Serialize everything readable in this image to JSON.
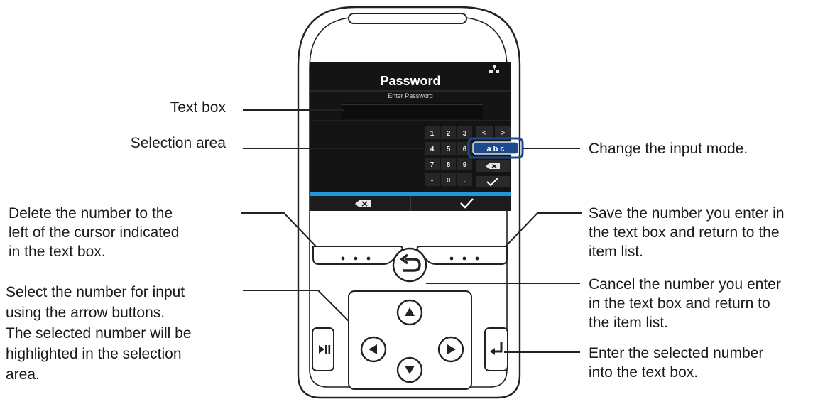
{
  "screen": {
    "title": "Password",
    "prompt": "Enter Password",
    "keys": [
      [
        "1",
        "2",
        "3"
      ],
      [
        "4",
        "5",
        "6"
      ],
      [
        "7",
        "8",
        "9"
      ],
      [
        "-",
        "0",
        "."
      ]
    ],
    "side_keys": {
      "prev": "<",
      "next": ">",
      "mode": "a b c"
    }
  },
  "device_icons": {
    "network": "network-icon",
    "backspace": "backspace-icon",
    "check": "check-icon",
    "back": "back-icon",
    "play_pause": "play-pause-icon",
    "enter": "enter-icon",
    "arrows": [
      "arrow-up-icon",
      "arrow-left-icon",
      "arrow-right-icon",
      "arrow-down-icon"
    ]
  },
  "callouts": {
    "text_box": "Text box",
    "selection_area": "Selection area",
    "change_mode": "Change the input mode.",
    "delete_left": [
      "Delete the number to the",
      "left of the cursor indicated",
      "in the text box."
    ],
    "save": [
      "Save the number you enter in",
      "the text box and return to the",
      "item list."
    ],
    "cancel": [
      "Cancel the number you enter",
      "in the text box and return to",
      "the item list."
    ],
    "select_arrows": [
      "Select the number for input",
      "using the arrow buttons.",
      "The selected number will be",
      "highlighted in the selection",
      "area."
    ],
    "enter_selected": [
      "Enter the selected number",
      "into the text box."
    ]
  },
  "colors": {
    "screen_bg": "#141414",
    "accent_blue": "#1f98d8",
    "mode_blue": "#1c4a8c"
  }
}
